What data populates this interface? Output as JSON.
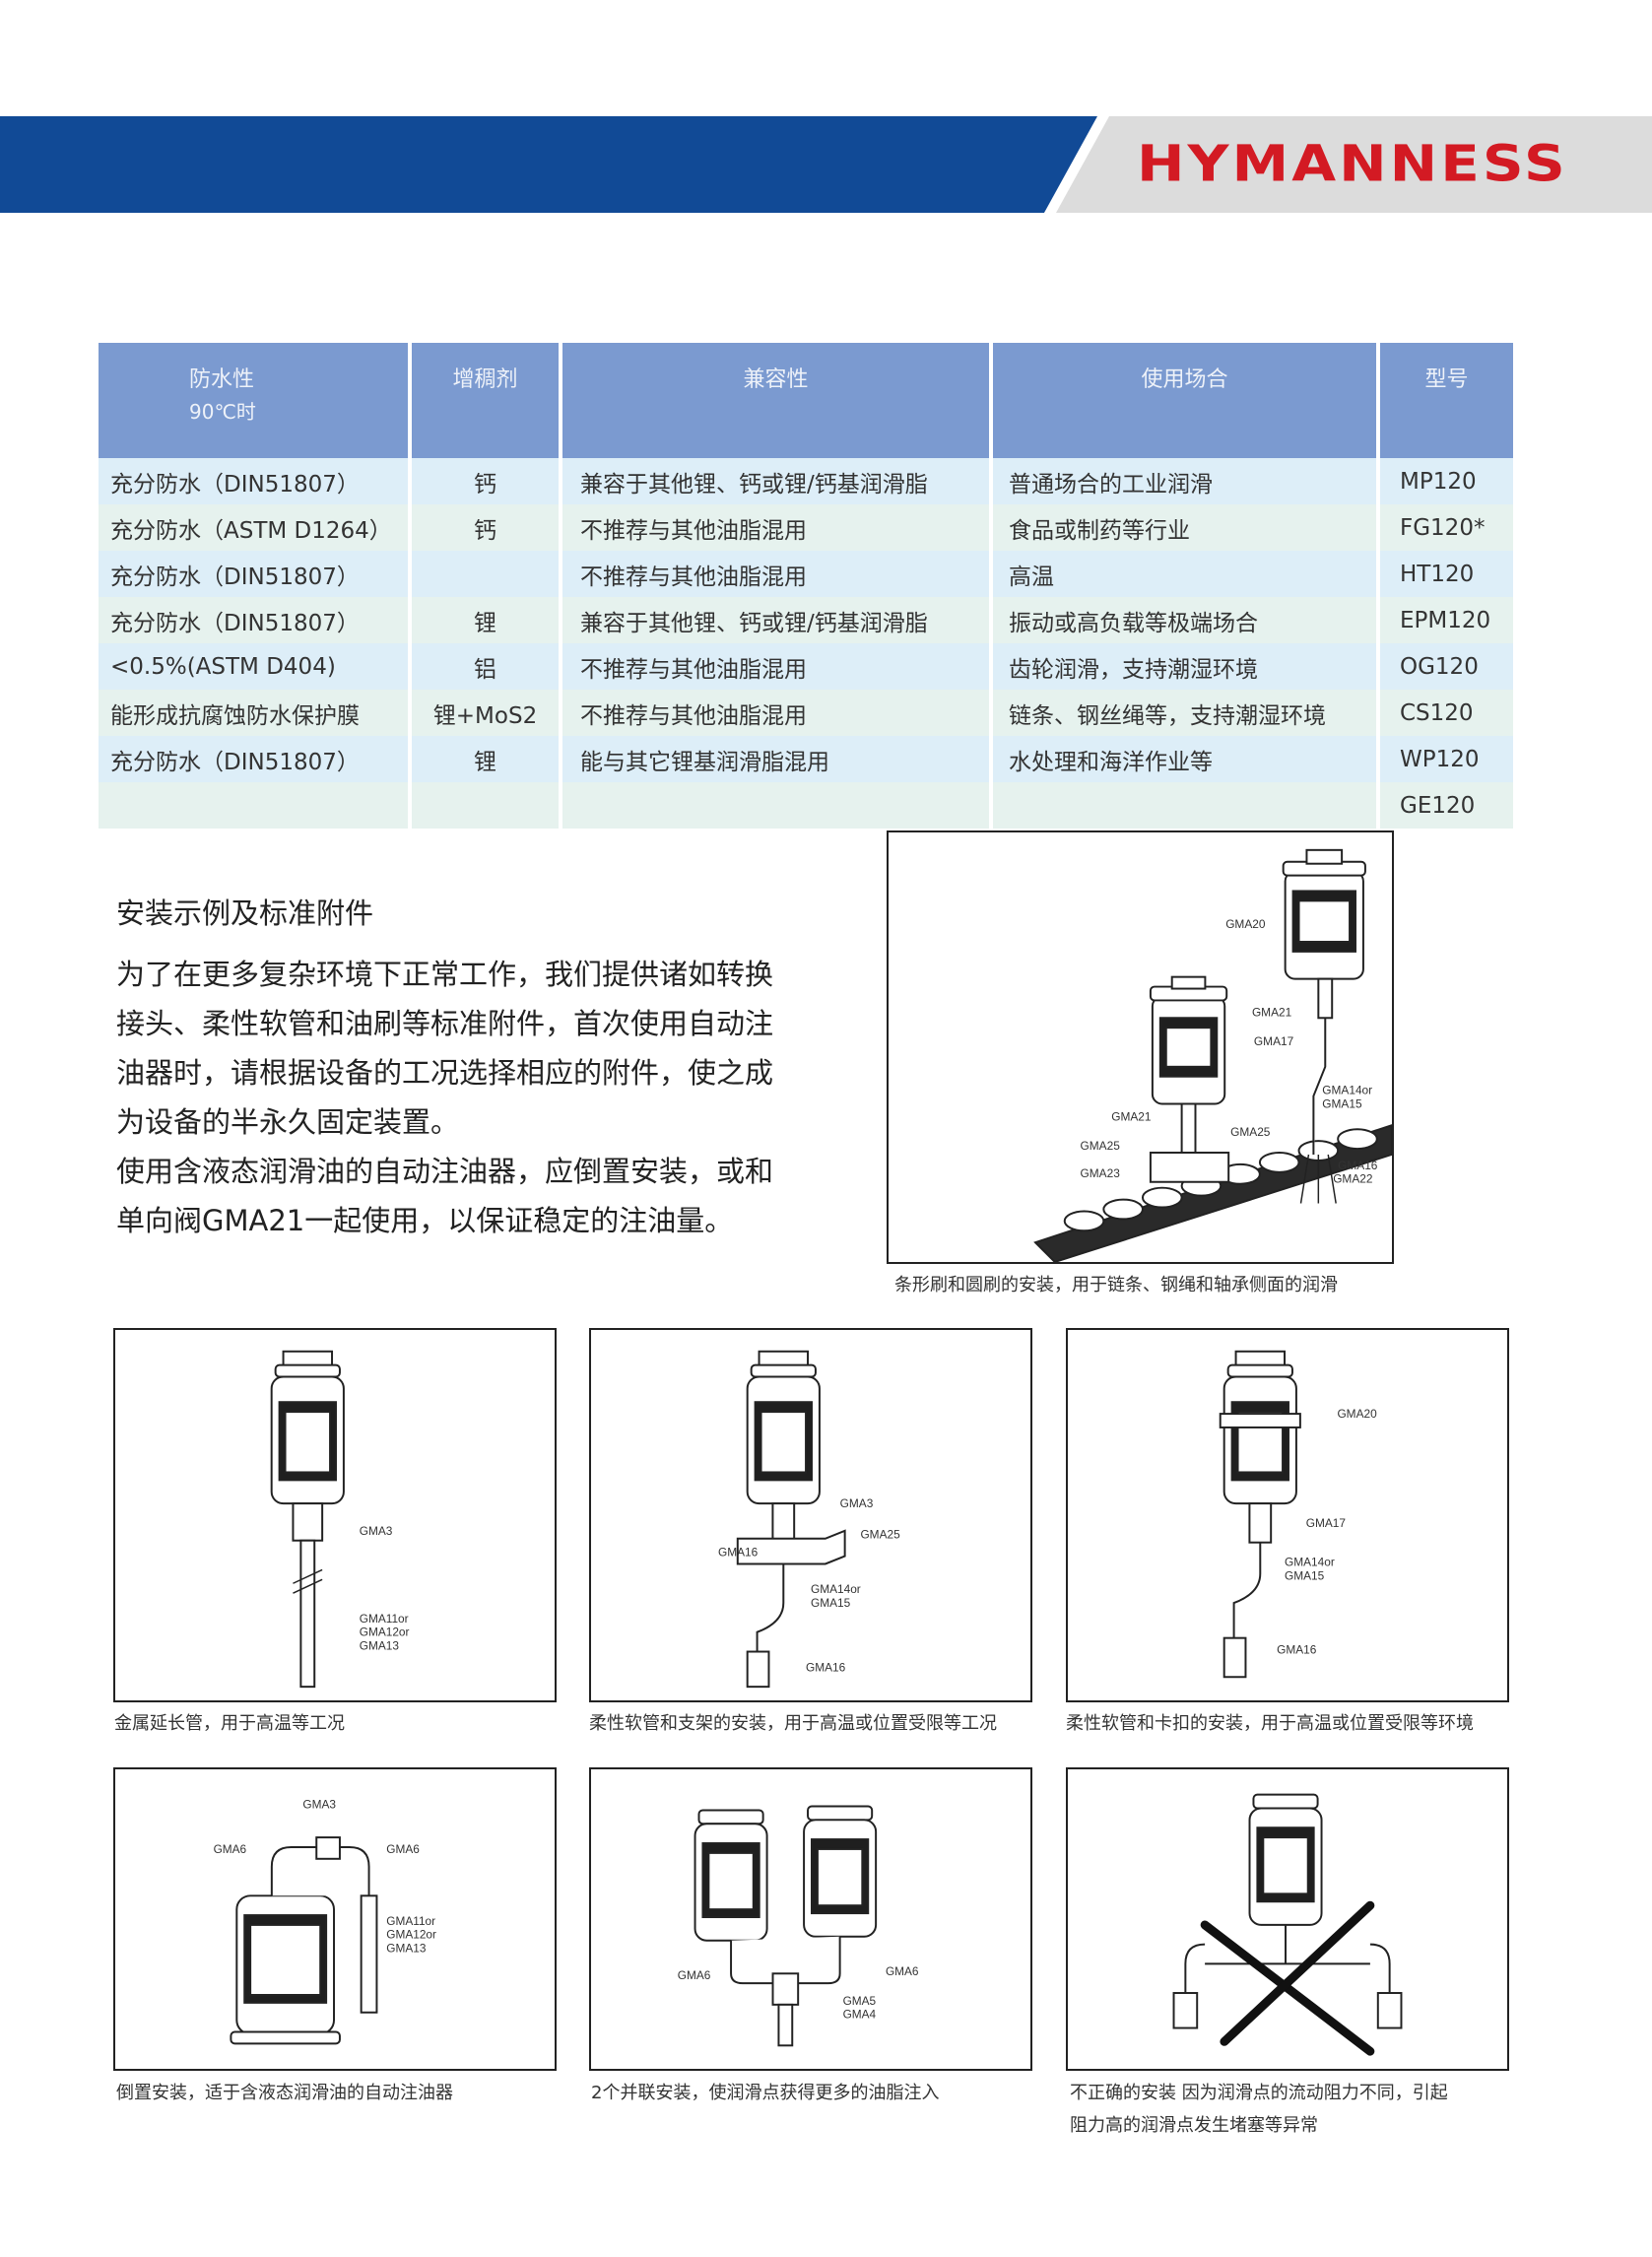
{
  "brand": {
    "logo": "HYMANNESS",
    "primary_color": "#114a96",
    "logo_color": "#d31a23"
  },
  "table": {
    "headers": [
      {
        "line1": "防水性",
        "line2": "90℃时"
      },
      {
        "line1": "增稠剂",
        "line2": ""
      },
      {
        "line1": "兼容性",
        "line2": ""
      },
      {
        "line1": "使用场合",
        "line2": ""
      },
      {
        "line1": "型号",
        "line2": ""
      }
    ],
    "rows": [
      {
        "water": "充分防水（DIN51807）",
        "thickener": "钙",
        "compat": "兼容于其他锂、钙或锂/钙基润滑脂",
        "usage": "普通场合的工业润滑",
        "model": "MP120"
      },
      {
        "water": "充分防水（ASTM D1264）",
        "thickener": "钙",
        "compat": "不推荐与其他油脂混用",
        "usage": "食品或制药等行业",
        "model": "FG120*"
      },
      {
        "water": "充分防水（DIN51807）",
        "thickener": "",
        "compat": "不推荐与其他油脂混用",
        "usage": "高温",
        "model": "HT120"
      },
      {
        "water": "充分防水（DIN51807）",
        "thickener": "锂",
        "compat": "兼容于其他锂、钙或锂/钙基润滑脂",
        "usage": "振动或高负载等极端场合",
        "model": "EPM120"
      },
      {
        "water": "<0.5%(ASTM D404)",
        "thickener": "铝",
        "compat": "不推荐与其他油脂混用",
        "usage": "齿轮润滑，支持潮湿环境",
        "model": "OG120"
      },
      {
        "water": "能形成抗腐蚀防水保护膜",
        "thickener": "锂+MoS2",
        "compat": "不推荐与其他油脂混用",
        "usage": "链条、钢丝绳等，支持潮湿环境",
        "model": "CS120"
      },
      {
        "water": "充分防水（DIN51807）",
        "thickener": "锂",
        "compat": "能与其它锂基润滑脂混用",
        "usage": "水处理和海洋作业等",
        "model": "WP120"
      },
      {
        "water": "",
        "thickener": "",
        "compat": "",
        "usage": "",
        "model": "GE120"
      }
    ]
  },
  "intro": {
    "title": "安装示例及标准附件",
    "para1": "为了在更多复杂环境下正常工作，我们提供诸如转换接头、柔性软管和油刷等标准附件，首次使用自动注油器时，请根据设备的工况选择相应的附件，使之成为设备的半永久固定装置。",
    "para2": "使用含液态润滑油的自动注油器，应倒置安装，或和单向阀GMA21一起使用，以保证稳定的注油量。"
  },
  "figures": {
    "chain": {
      "caption": "条形刷和圆刷的安装，用于链条、钢绳和轴承侧面的润滑",
      "labels": [
        "GMA20",
        "GMA21",
        "GMA17",
        "GMA14or",
        "GMA15",
        "GMA21",
        "GMA25",
        "GMA25",
        "GMA23",
        "GMA16",
        "GMA22"
      ]
    },
    "f1": {
      "caption": "金属延长管，用于高温等工况",
      "labels": [
        "GMA3",
        "GMA11or",
        "GMA12or",
        "GMA13"
      ]
    },
    "f2": {
      "caption": "柔性软管和支架的安装，用于高温或位置受限等工况",
      "labels": [
        "GMA3",
        "GMA25",
        "GMA16",
        "GMA14or",
        "GMA15",
        "GMA16"
      ]
    },
    "f3": {
      "caption": "柔性软管和卡扣的安装，用于高温或位置受限等环境",
      "labels": [
        "GMA20",
        "GMA17",
        "GMA14or",
        "GMA15",
        "GMA16"
      ]
    },
    "f4": {
      "caption": "倒置安装，适于含液态润滑油的自动注油器",
      "labels": [
        "GMA3",
        "GMA6",
        "GMA6",
        "GMA11or",
        "GMA12or",
        "GMA13"
      ]
    },
    "f5": {
      "caption": "2个并联安装，使润滑点获得更多的油脂注入",
      "labels": [
        "GMA6",
        "GMA6",
        "GMA5",
        "GMA4"
      ]
    },
    "f6": {
      "caption1": "不正确的安装 因为润滑点的流动阻力不同，引起",
      "caption2": "阻力高的润滑点发生堵塞等异常"
    }
  }
}
